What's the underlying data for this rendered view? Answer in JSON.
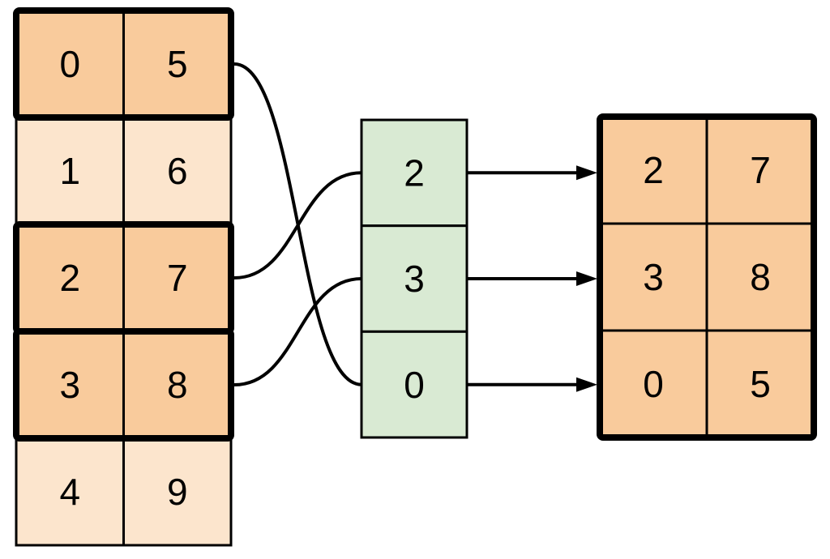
{
  "source_table": {
    "rows": [
      {
        "cells": [
          "0",
          "5"
        ],
        "selected": true
      },
      {
        "cells": [
          "1",
          "6"
        ],
        "selected": false
      },
      {
        "cells": [
          "2",
          "7"
        ],
        "selected": true
      },
      {
        "cells": [
          "3",
          "8"
        ],
        "selected": true
      },
      {
        "cells": [
          "4",
          "9"
        ],
        "selected": false
      }
    ]
  },
  "index_column": {
    "cells": [
      "2",
      "3",
      "0"
    ]
  },
  "result_table": {
    "rows": [
      {
        "cells": [
          "2",
          "7"
        ]
      },
      {
        "cells": [
          "3",
          "8"
        ]
      },
      {
        "cells": [
          "0",
          "5"
        ]
      }
    ]
  },
  "connections": {
    "source_to_index": [
      {
        "from_source_row": 0,
        "to_index_cell": 2
      },
      {
        "from_source_row": 2,
        "to_index_cell": 0
      },
      {
        "from_source_row": 3,
        "to_index_cell": 1
      }
    ],
    "index_to_result": [
      {
        "from_index_cell": 0,
        "to_result_row": 0
      },
      {
        "from_index_cell": 1,
        "to_result_row": 1
      },
      {
        "from_index_cell": 2,
        "to_result_row": 2
      }
    ]
  },
  "colors": {
    "selected_fill": "#f9cb9c",
    "unselected_fill": "#fce5cd",
    "index_fill": "#d9ead3",
    "line": "#000000"
  }
}
